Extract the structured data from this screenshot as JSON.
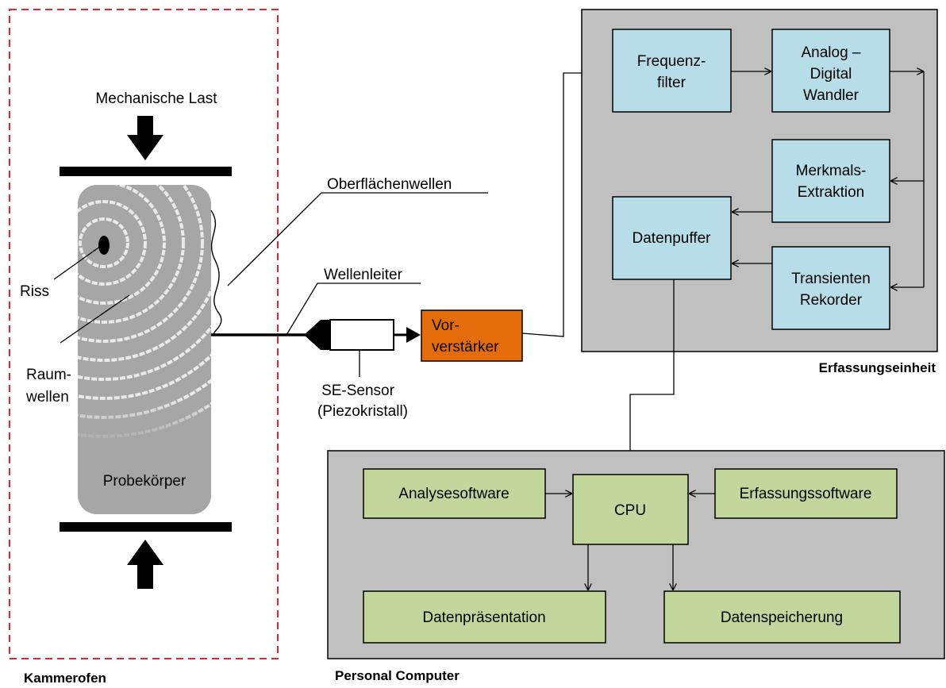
{
  "furnace": {
    "title": "Kammerofen"
  },
  "load": {
    "label": "Mechanische Last"
  },
  "specimen": {
    "label": "Probekörper",
    "crack_label": "Riss",
    "bulk_waves_line1": "Raum-",
    "bulk_waves_line2": "wellen",
    "surface_waves_label": "Oberflächenwellen"
  },
  "waveguide": {
    "label": "Wellenleiter"
  },
  "sensor": {
    "line1": "SE-Sensor",
    "line2": "(Piezokristall)"
  },
  "preamp": {
    "line1": "Vor-",
    "line2": "verstärker"
  },
  "acquisition_unit": {
    "title": "Erfassungseinheit",
    "filter": {
      "line1": "Frequenz-",
      "line2": "filter"
    },
    "adc": {
      "line1": "Analog –",
      "line2": "Digital",
      "line3": "Wandler"
    },
    "feature": {
      "line1": "Merkmals-",
      "line2": "Extraktion"
    },
    "buffer": {
      "label": "Datenpuffer"
    },
    "recorder": {
      "line1": "Transienten",
      "line2": "Rekorder"
    }
  },
  "pc": {
    "title": "Personal Computer",
    "cpu": "CPU",
    "analysis_software": "Analysesoftware",
    "acquisition_software": "Erfassungssoftware",
    "presentation": "Datenpräsentation",
    "storage": "Datenspeicherung"
  },
  "colors": {
    "furnace_border": "#e8242a",
    "panel_bg": "#c0c0c0",
    "blue_box": "#b7dde8",
    "green_box": "#c3d69b",
    "preamp_box": "#e46c0a",
    "specimen": "#a6a6a6"
  }
}
